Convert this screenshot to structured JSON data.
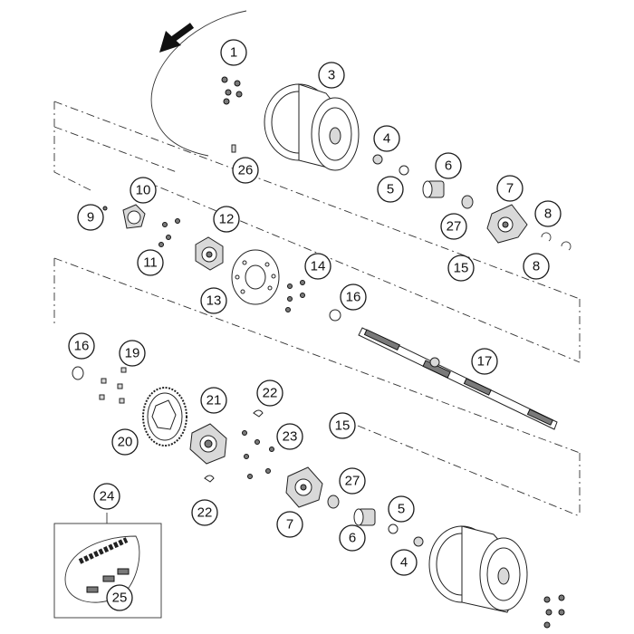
{
  "diagram": {
    "callouts": [
      {
        "id": "c1",
        "label": "1"
      },
      {
        "id": "c3",
        "label": "3"
      },
      {
        "id": "c4a",
        "label": "4"
      },
      {
        "id": "c5a",
        "label": "5"
      },
      {
        "id": "c6a",
        "label": "6"
      },
      {
        "id": "c7a",
        "label": "7"
      },
      {
        "id": "c8a",
        "label": "8"
      },
      {
        "id": "c8b",
        "label": "8"
      },
      {
        "id": "c9",
        "label": "9"
      },
      {
        "id": "c10",
        "label": "10"
      },
      {
        "id": "c11",
        "label": "11"
      },
      {
        "id": "c12",
        "label": "12"
      },
      {
        "id": "c13",
        "label": "13"
      },
      {
        "id": "c14",
        "label": "14"
      },
      {
        "id": "c15a",
        "label": "15"
      },
      {
        "id": "c16a",
        "label": "16"
      },
      {
        "id": "c16b",
        "label": "16"
      },
      {
        "id": "c17",
        "label": "17"
      },
      {
        "id": "c19",
        "label": "19"
      },
      {
        "id": "c20",
        "label": "20"
      },
      {
        "id": "c21",
        "label": "21"
      },
      {
        "id": "c22a",
        "label": "22"
      },
      {
        "id": "c22b",
        "label": "22"
      },
      {
        "id": "c23",
        "label": "23"
      },
      {
        "id": "c15b",
        "label": "15"
      },
      {
        "id": "c27a",
        "label": "27"
      },
      {
        "id": "c27b",
        "label": "27"
      },
      {
        "id": "c24",
        "label": "24"
      },
      {
        "id": "c25",
        "label": "25"
      },
      {
        "id": "c26",
        "label": "26"
      },
      {
        "id": "c7b",
        "label": "7"
      },
      {
        "id": "c6b",
        "label": "6"
      },
      {
        "id": "c5b",
        "label": "5"
      },
      {
        "id": "c4b",
        "label": "4"
      }
    ],
    "icons": {
      "direction_arrow": "rotation-arrow-icon"
    }
  }
}
